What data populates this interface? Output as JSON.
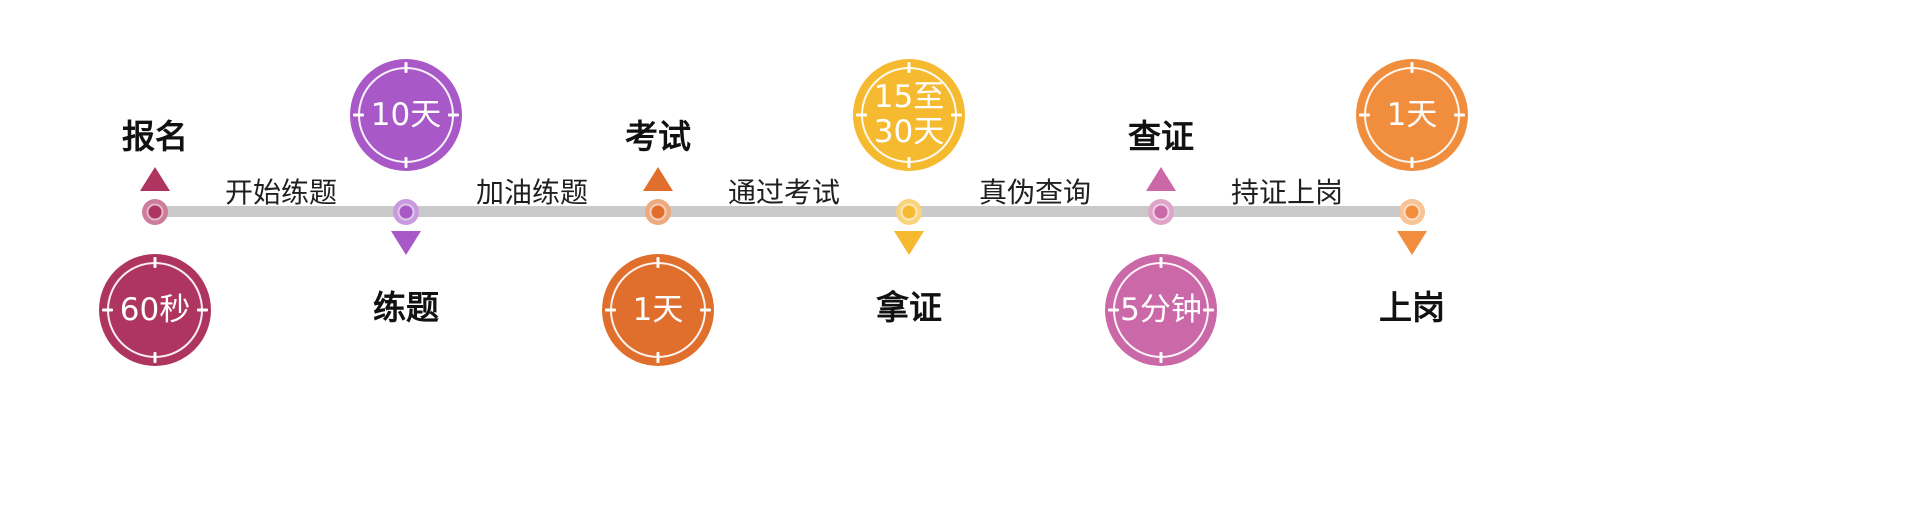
{
  "diagram": {
    "timeline_color": "#cacaca",
    "nodes": [
      {
        "label": "报名",
        "time": "60秒",
        "color": "#ae3560",
        "color_light": "#cd7d9b"
      },
      {
        "label": "练题",
        "time": "10天",
        "color": "#a859c7",
        "color_light": "#c99ade"
      },
      {
        "label": "考试",
        "time": "1天",
        "color": "#e06e2c",
        "color_light": "#eeaa7f"
      },
      {
        "label": "拿证",
        "time": "15至\n30天",
        "color": "#f6ba30",
        "color_light": "#f9d47f"
      },
      {
        "label": "查证",
        "time": "5分钟",
        "color": "#cb68a8",
        "color_light": "#e0a4ca"
      },
      {
        "label": "上岗",
        "time": "1天",
        "color": "#f08e3d",
        "color_light": "#f7c294"
      }
    ],
    "segments": [
      {
        "label": "开始练题"
      },
      {
        "label": "加油练题"
      },
      {
        "label": "通过考试"
      },
      {
        "label": "真伪查询"
      },
      {
        "label": "持证上岗"
      }
    ]
  }
}
